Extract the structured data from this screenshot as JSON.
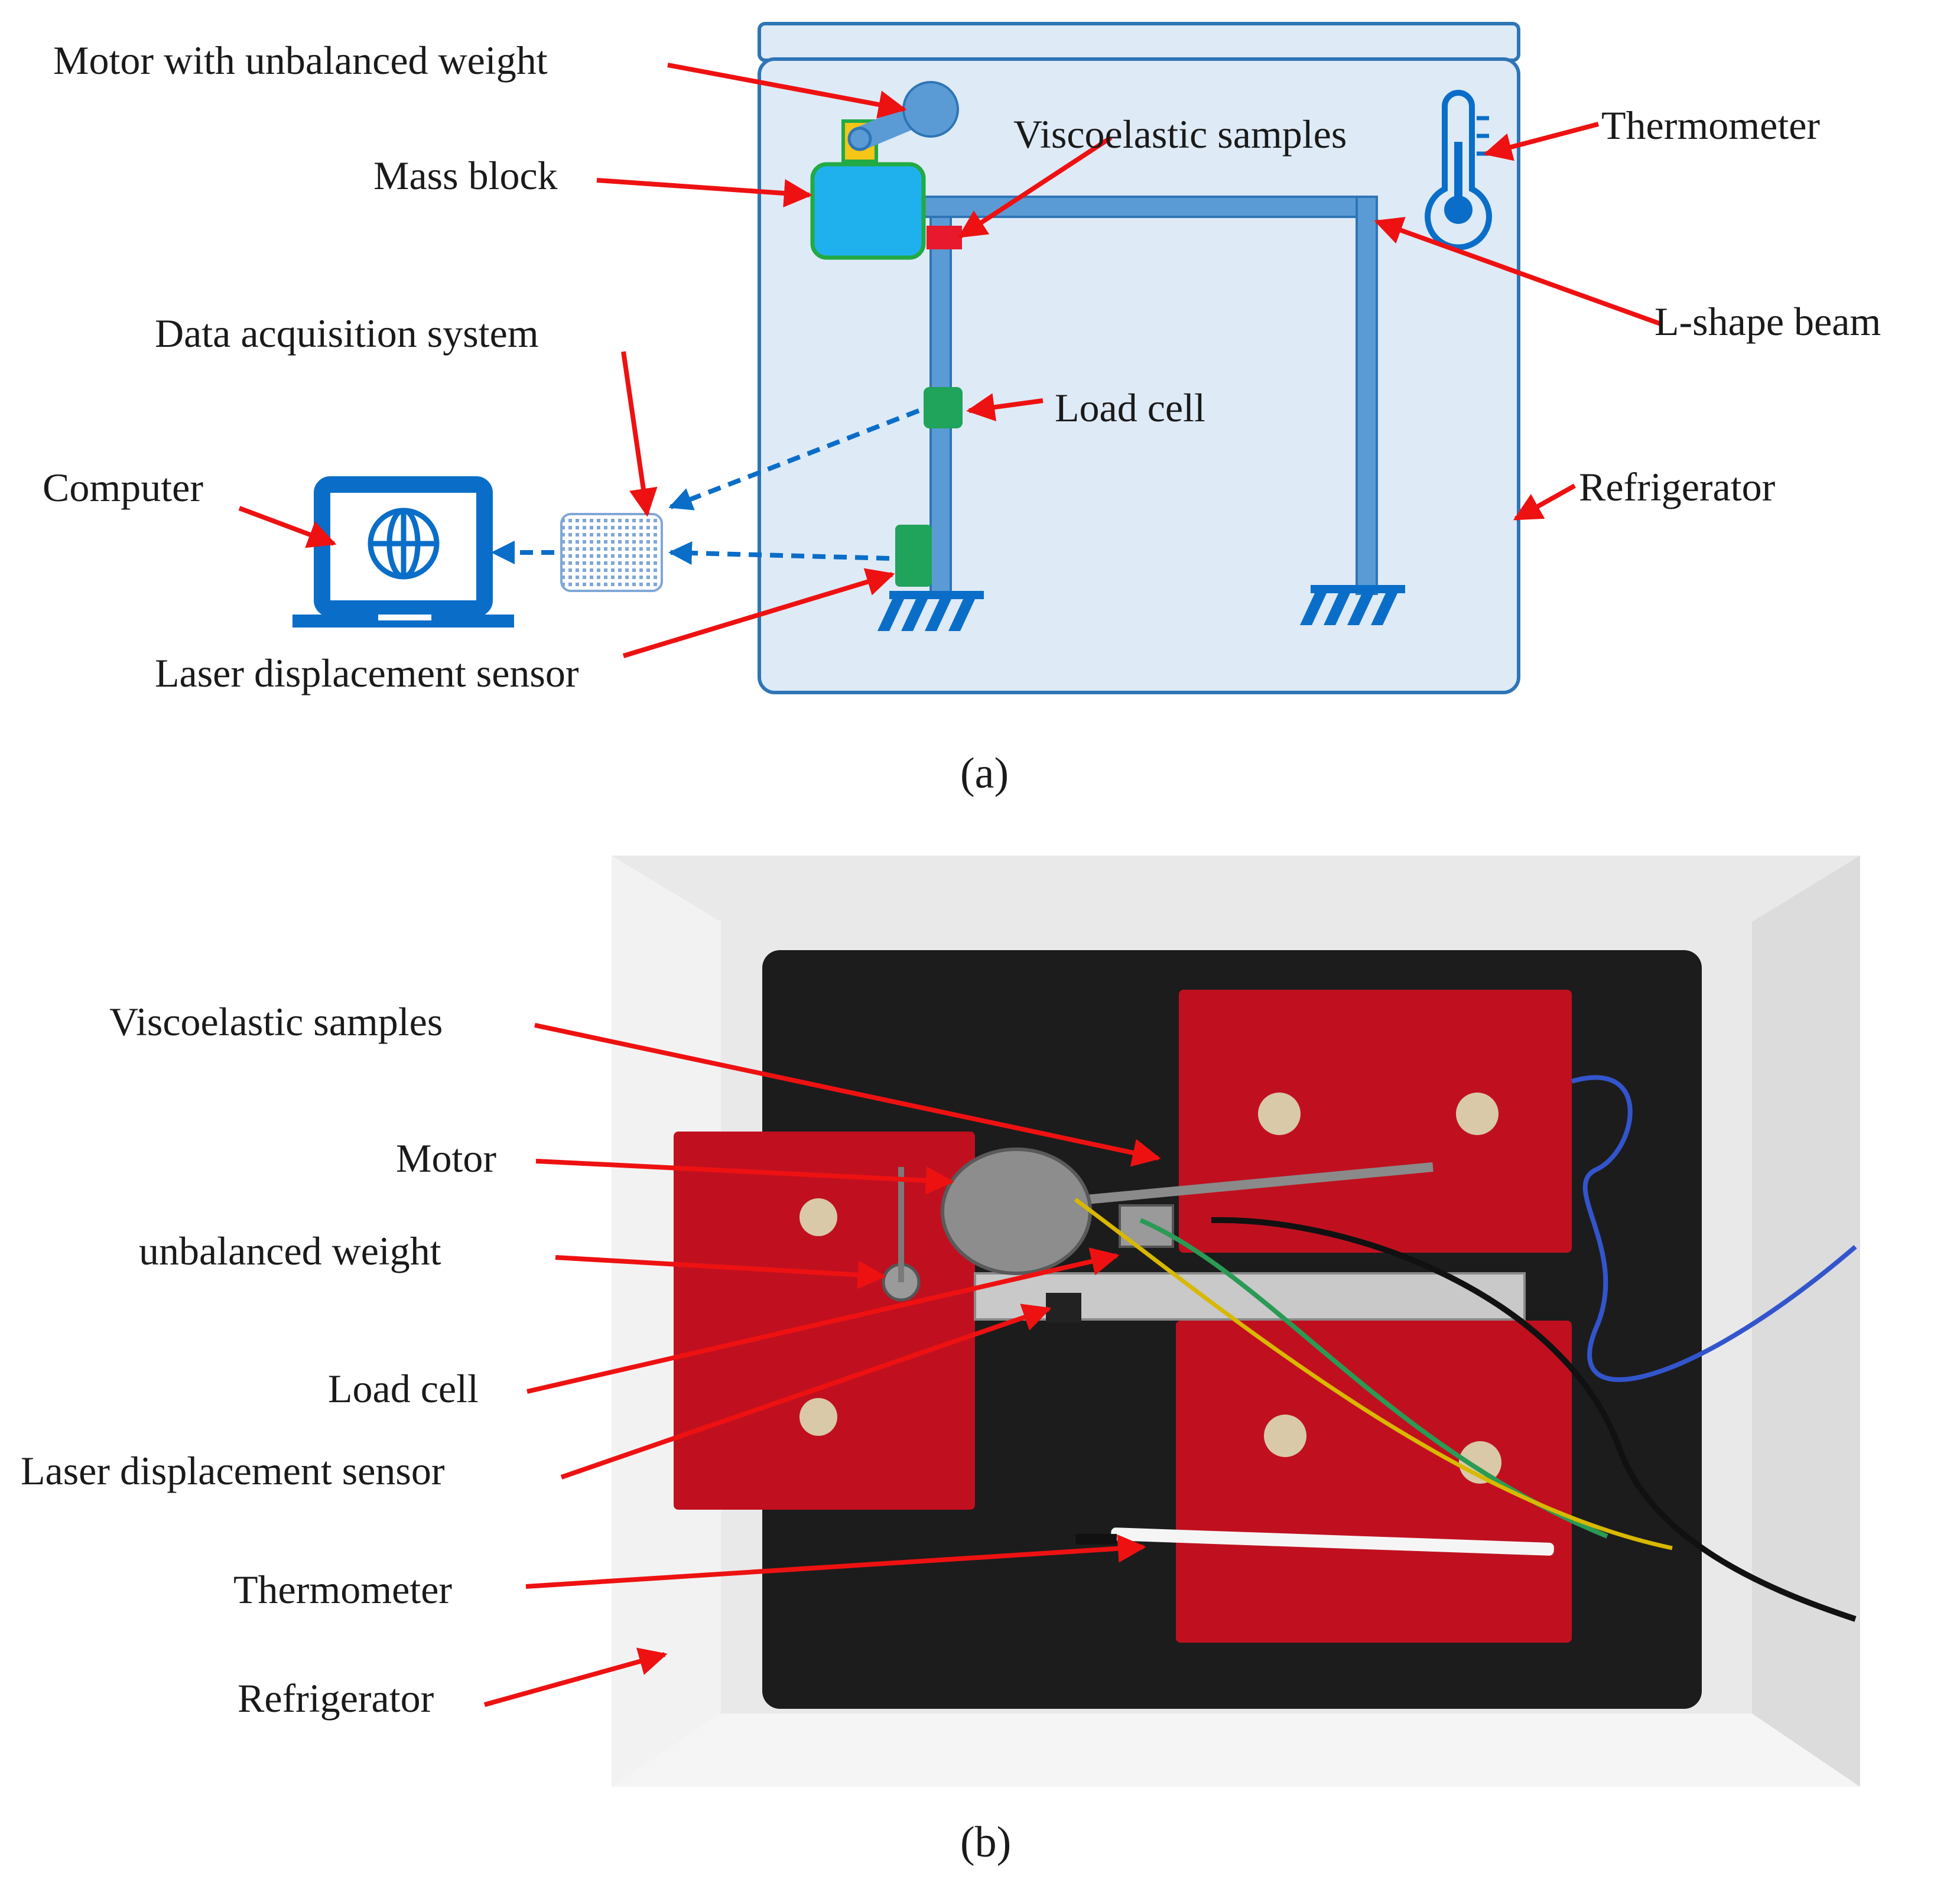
{
  "panel_a": {
    "caption": "(a)",
    "labels": {
      "motor": "Motor with unbalanced weight",
      "mass_block": "Mass block",
      "viscoelastic": "Viscoelastic samples",
      "thermometer": "Thermometer",
      "l_beam": "L-shape beam",
      "daq": "Data acquisition system",
      "load_cell": "Load cell",
      "computer": "Computer",
      "refrigerator": "Refrigerator",
      "laser": "Laser displacement sensor"
    },
    "colors": {
      "enclosure_fill": "#deeaf6",
      "enclosure_stroke": "#2e75b6",
      "beam": "#5b9bd5",
      "mass_block": "#1fb1ee",
      "mass_block_border": "#22aa44",
      "load_cell": "#20a35a",
      "viscoelastic": "#e8192c",
      "computer": "#0a6ec8",
      "arrow": "#ee1111"
    }
  },
  "panel_b": {
    "caption": "(b)",
    "labels": {
      "viscoelastic": "Viscoelastic samples",
      "motor": "Motor",
      "unbalanced": "unbalanced weight",
      "load_cell": "Load cell",
      "laser": "Laser displacement sensor",
      "thermometer": "Thermometer",
      "refrigerator": "Refrigerator"
    }
  }
}
